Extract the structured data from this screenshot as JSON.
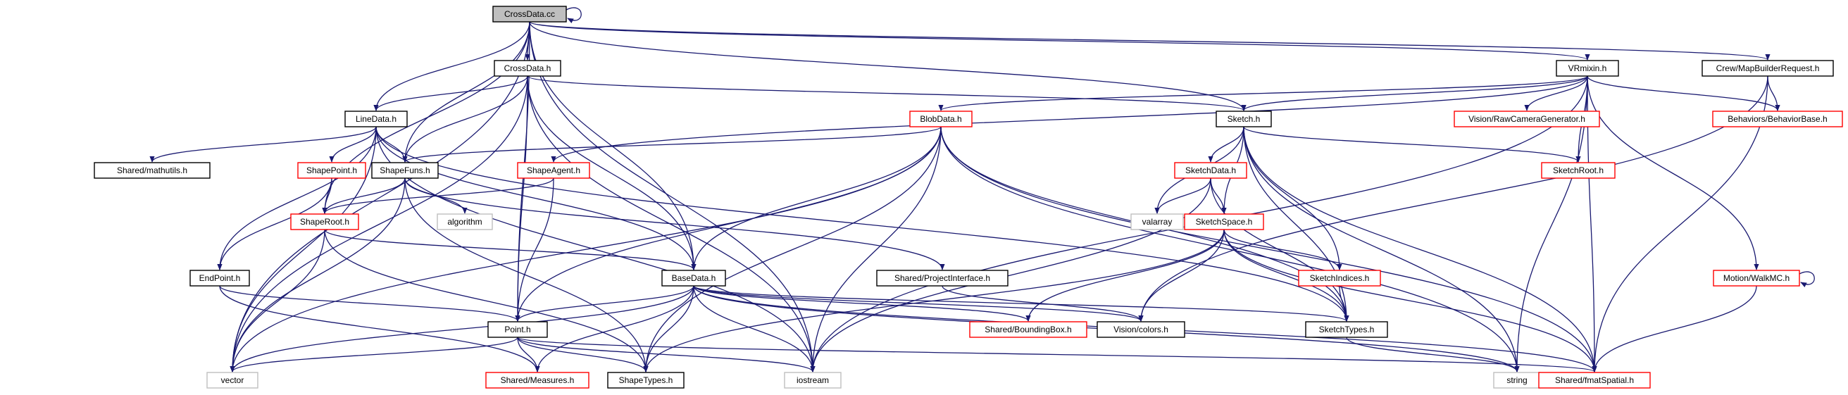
{
  "diagram": {
    "nodes": [
      {
        "id": "crossdata_cc",
        "label": "CrossData.cc",
        "style": "root"
      },
      {
        "id": "crossdata_h",
        "label": "CrossData.h",
        "style": "normal"
      },
      {
        "id": "linedata_h",
        "label": "LineData.h",
        "style": "normal"
      },
      {
        "id": "mathutils_h",
        "label": "Shared/mathutils.h",
        "style": "normal"
      },
      {
        "id": "shapepoint_h",
        "label": "ShapePoint.h",
        "style": "red"
      },
      {
        "id": "shapefuns_h",
        "label": "ShapeFuns.h",
        "style": "normal"
      },
      {
        "id": "blobdata_h",
        "label": "BlobData.h",
        "style": "red"
      },
      {
        "id": "shapeagent_h",
        "label": "ShapeAgent.h",
        "style": "red"
      },
      {
        "id": "shaperoot_h",
        "label": "ShapeRoot.h",
        "style": "red"
      },
      {
        "id": "algorithm",
        "label": "algorithm",
        "style": "system"
      },
      {
        "id": "endpoint_h",
        "label": "EndPoint.h",
        "style": "normal"
      },
      {
        "id": "basedata_h",
        "label": "BaseData.h",
        "style": "normal"
      },
      {
        "id": "projectinterface_h",
        "label": "Shared/ProjectInterface.h",
        "style": "normal"
      },
      {
        "id": "point_h",
        "label": "Point.h",
        "style": "normal"
      },
      {
        "id": "vector",
        "label": "vector",
        "style": "system"
      },
      {
        "id": "measures_h",
        "label": "Shared/Measures.h",
        "style": "red"
      },
      {
        "id": "shapetypes_h",
        "label": "ShapeTypes.h",
        "style": "normal"
      },
      {
        "id": "iostream",
        "label": "iostream",
        "style": "system"
      },
      {
        "id": "boundingbox_h",
        "label": "Shared/BoundingBox.h",
        "style": "red"
      },
      {
        "id": "colors_h",
        "label": "Vision/colors.h",
        "style": "normal"
      },
      {
        "id": "sketch_h",
        "label": "Sketch.h",
        "style": "normal"
      },
      {
        "id": "sketchdata_h",
        "label": "SketchData.h",
        "style": "red"
      },
      {
        "id": "valarray",
        "label": "valarray",
        "style": "system"
      },
      {
        "id": "sketchspace_h",
        "label": "SketchSpace.h",
        "style": "red"
      },
      {
        "id": "sketchindices_h",
        "label": "SketchIndices.h",
        "style": "red"
      },
      {
        "id": "sketchtypes_h",
        "label": "SketchTypes.h",
        "style": "normal"
      },
      {
        "id": "string",
        "label": "string",
        "style": "system"
      },
      {
        "id": "fmatspatial_h",
        "label": "Shared/fmatSpatial.h",
        "style": "red"
      },
      {
        "id": "vrmixin_h",
        "label": "VRmixin.h",
        "style": "normal"
      },
      {
        "id": "rawcameragenerator_h",
        "label": "Vision/RawCameraGenerator.h",
        "style": "red"
      },
      {
        "id": "sketchroot_h",
        "label": "SketchRoot.h",
        "style": "red"
      },
      {
        "id": "walkmc_h",
        "label": "Motion/WalkMC.h",
        "style": "red"
      },
      {
        "id": "mapbuilderrequest_h",
        "label": "Crew/MapBuilderRequest.h",
        "style": "normal"
      },
      {
        "id": "behaviorbase_h",
        "label": "Behaviors/BehaviorBase.h",
        "style": "red"
      }
    ],
    "edges": [
      [
        "crossdata_cc",
        "crossdata_cc"
      ],
      [
        "crossdata_cc",
        "crossdata_h"
      ],
      [
        "crossdata_cc",
        "linedata_h"
      ],
      [
        "crossdata_cc",
        "shapefuns_h"
      ],
      [
        "crossdata_cc",
        "shaperoot_h"
      ],
      [
        "crossdata_cc",
        "basedata_h"
      ],
      [
        "crossdata_cc",
        "point_h"
      ],
      [
        "crossdata_cc",
        "vector"
      ],
      [
        "crossdata_cc",
        "iostream"
      ],
      [
        "crossdata_cc",
        "sketch_h"
      ],
      [
        "crossdata_cc",
        "vrmixin_h"
      ],
      [
        "crossdata_cc",
        "mapbuilderrequest_h"
      ],
      [
        "crossdata_h",
        "linedata_h"
      ],
      [
        "crossdata_h",
        "shapefuns_h"
      ],
      [
        "crossdata_h",
        "basedata_h"
      ],
      [
        "crossdata_h",
        "point_h"
      ],
      [
        "crossdata_h",
        "vector"
      ],
      [
        "crossdata_h",
        "iostream"
      ],
      [
        "crossdata_h",
        "sketch_h"
      ],
      [
        "linedata_h",
        "mathutils_h"
      ],
      [
        "linedata_h",
        "shapepoint_h"
      ],
      [
        "linedata_h",
        "shapefuns_h"
      ],
      [
        "linedata_h",
        "endpoint_h"
      ],
      [
        "linedata_h",
        "basedata_h"
      ],
      [
        "linedata_h",
        "vector"
      ],
      [
        "linedata_h",
        "iostream"
      ],
      [
        "linedata_h",
        "sketchtypes_h"
      ],
      [
        "shapepoint_h",
        "shaperoot_h"
      ],
      [
        "shapepoint_h",
        "endpoint_h"
      ],
      [
        "shapefuns_h",
        "shaperoot_h"
      ],
      [
        "shapefuns_h",
        "algorithm"
      ],
      [
        "shapefuns_h",
        "vector"
      ],
      [
        "shapefuns_h",
        "shapetypes_h"
      ],
      [
        "shapefuns_h",
        "projectinterface_h"
      ],
      [
        "blobdata_h",
        "shapefuns_h"
      ],
      [
        "blobdata_h",
        "basedata_h"
      ],
      [
        "blobdata_h",
        "point_h"
      ],
      [
        "blobdata_h",
        "vector"
      ],
      [
        "blobdata_h",
        "shapetypes_h"
      ],
      [
        "blobdata_h",
        "iostream"
      ],
      [
        "blobdata_h",
        "sketchtypes_h"
      ],
      [
        "blobdata_h",
        "string"
      ],
      [
        "blobdata_h",
        "fmatspatial_h"
      ],
      [
        "shapeagent_h",
        "shaperoot_h"
      ],
      [
        "shapeagent_h",
        "point_h"
      ],
      [
        "shaperoot_h",
        "basedata_h"
      ],
      [
        "shaperoot_h",
        "vector"
      ],
      [
        "shaperoot_h",
        "shapetypes_h"
      ],
      [
        "endpoint_h",
        "point_h"
      ],
      [
        "endpoint_h",
        "measures_h"
      ],
      [
        "basedata_h",
        "point_h"
      ],
      [
        "basedata_h",
        "vector"
      ],
      [
        "basedata_h",
        "measures_h"
      ],
      [
        "basedata_h",
        "shapetypes_h"
      ],
      [
        "basedata_h",
        "iostream"
      ],
      [
        "basedata_h",
        "boundingbox_h"
      ],
      [
        "basedata_h",
        "colors_h"
      ],
      [
        "basedata_h",
        "sketchtypes_h"
      ],
      [
        "basedata_h",
        "string"
      ],
      [
        "basedata_h",
        "fmatspatial_h"
      ],
      [
        "projectinterface_h",
        "colors_h"
      ],
      [
        "point_h",
        "vector"
      ],
      [
        "point_h",
        "measures_h"
      ],
      [
        "point_h",
        "shapetypes_h"
      ],
      [
        "point_h",
        "iostream"
      ],
      [
        "point_h",
        "fmatspatial_h"
      ],
      [
        "sketch_h",
        "sketchdata_h"
      ],
      [
        "sketch_h",
        "valarray"
      ],
      [
        "sketch_h",
        "sketchspace_h"
      ],
      [
        "sketch_h",
        "sketchindices_h"
      ],
      [
        "sketch_h",
        "sketchtypes_h"
      ],
      [
        "sketch_h",
        "string"
      ],
      [
        "sketch_h",
        "sketchroot_h"
      ],
      [
        "sketch_h",
        "fmatspatial_h"
      ],
      [
        "sketchdata_h",
        "valarray"
      ],
      [
        "sketchdata_h",
        "sketchspace_h"
      ],
      [
        "sketchdata_h",
        "sketchtypes_h"
      ],
      [
        "sketchdata_h",
        "iostream"
      ],
      [
        "sketchspace_h",
        "boundingbox_h"
      ],
      [
        "sketchspace_h",
        "colors_h"
      ],
      [
        "sketchspace_h",
        "shapetypes_h"
      ],
      [
        "sketchspace_h",
        "sketchindices_h"
      ],
      [
        "sketchspace_h",
        "sketchtypes_h"
      ],
      [
        "sketchspace_h",
        "fmatspatial_h"
      ],
      [
        "sketchindices_h",
        "sketchtypes_h"
      ],
      [
        "sketchtypes_h",
        "string"
      ],
      [
        "vrmixin_h",
        "blobdata_h"
      ],
      [
        "vrmixin_h",
        "shapeagent_h"
      ],
      [
        "vrmixin_h",
        "sketch_h"
      ],
      [
        "vrmixin_h",
        "rawcameragenerator_h"
      ],
      [
        "vrmixin_h",
        "sketchroot_h"
      ],
      [
        "vrmixin_h",
        "behaviorbase_h"
      ],
      [
        "vrmixin_h",
        "walkmc_h"
      ],
      [
        "vrmixin_h",
        "iostream"
      ],
      [
        "vrmixin_h",
        "string"
      ],
      [
        "vrmixin_h",
        "fmatspatial_h"
      ],
      [
        "walkmc_h",
        "walkmc_h"
      ],
      [
        "walkmc_h",
        "fmatspatial_h"
      ],
      [
        "mapbuilderrequest_h",
        "behaviorbase_h"
      ],
      [
        "mapbuilderrequest_h",
        "colors_h"
      ],
      [
        "mapbuilderrequest_h",
        "fmatspatial_h"
      ]
    ],
    "colors": {
      "edge": "#191970",
      "normal_border": "#000000",
      "red_border": "#ff0000",
      "system_border": "#bfbfbf",
      "root_fill": "#bfbfbf",
      "fill": "#ffffff",
      "text": "#000000"
    }
  }
}
